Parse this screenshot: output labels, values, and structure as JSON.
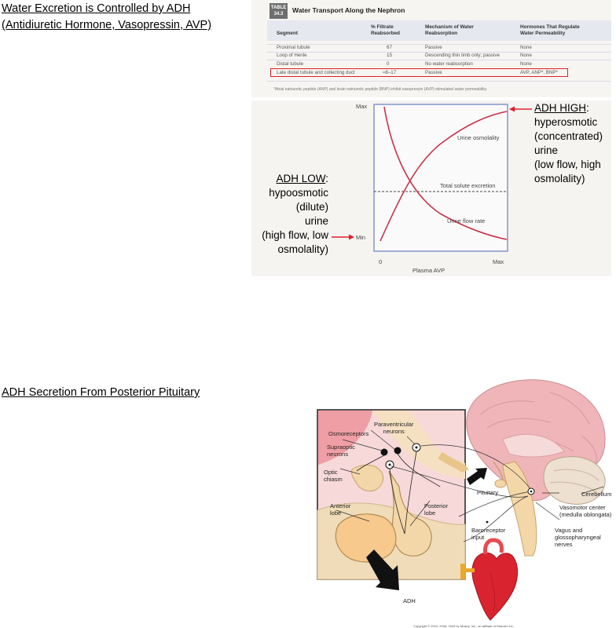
{
  "section1": {
    "heading_line1": "Water Excretion is Controlled by ADH",
    "heading_line2": "(Antidiuretic Hormone, Vasopressin, AVP)"
  },
  "table": {
    "tag_line1": "TABLE",
    "tag_line2": "34.3",
    "title": "Water Transport Along the Nephron",
    "headers": {
      "segment": "Segment",
      "filtrate_1": "% Filtrate",
      "filtrate_2": "Reabsorbed",
      "mechanism_1": "Mechanism of Water",
      "mechanism_2": "Reabsorption",
      "hormones_1": "Hormones That Regulate",
      "hormones_2": "Water Permeability"
    },
    "rows": [
      {
        "segment": "Proximal tubule",
        "filtrate": "67",
        "mechanism": "Passive",
        "hormones": "None"
      },
      {
        "segment": "Loop of Henle",
        "filtrate": "15",
        "mechanism": "Descending thin limb only; passive",
        "hormones": "None"
      },
      {
        "segment": "Distal tubule",
        "filtrate": "0",
        "mechanism": "No water reabsorption",
        "hormones": "None"
      },
      {
        "segment": "Late distal tubule and collecting duct",
        "filtrate": "≈8–17",
        "mechanism": "Passive",
        "hormones": "AVP, ANP*, BNP*"
      }
    ],
    "footnote": "*Atrial natriuretic peptide (ANP) and brain natriuretic peptide (BNP) inhibit vasopressin (AVP)-stimulated water permeability.",
    "highlight_color": "#e0202a"
  },
  "graph": {
    "y_max_label": "Max",
    "y_min_label": "Min",
    "x_min_label": "0",
    "x_max_label": "Max",
    "x_axis_label": "Plasma AVP",
    "curve_urine_osmolality": "Urine osmolality",
    "curve_total_solute": "Total solute excretion",
    "curve_urine_flow": "Urine flow rate",
    "curve_color": "#c8324a",
    "frame_color": "#7b8fc8"
  },
  "annotations": {
    "adh_high_title": "ADH HIGH",
    "adh_high_colon": ":",
    "adh_high_line2": "hyperosmotic",
    "adh_high_line3": "(concentrated)",
    "adh_high_line4": "urine",
    "adh_high_line5": "(low flow, high",
    "adh_high_line6": "osmolality)",
    "adh_low_title": "ADH LOW",
    "adh_low_colon": ":",
    "adh_low_line2": "hypoosmotic",
    "adh_low_line3": "(dilute)",
    "adh_low_line4": "urine",
    "adh_low_line5": "(high flow, low",
    "adh_low_line6": "osmolality)",
    "arrow_color": "#e0202a"
  },
  "section2": {
    "heading": "ADH Secretion From Posterior Pituitary"
  },
  "diagram": {
    "osmoreceptors": "Osmoreceptors",
    "paraventricular_1": "Paraventricular",
    "paraventricular_2": "neurons",
    "supraoptic_1": "Supraoptic",
    "supraoptic_2": "neurons",
    "optic_1": "Optic",
    "optic_2": "chiasm",
    "anterior_1": "Anterior",
    "anterior_2": "lobe",
    "posterior_1": "Posterior",
    "posterior_2": "lobe",
    "pituitary": "Pituitary",
    "cerebellum": "Cerebellum",
    "vasomotor_1": "Vasomotor center",
    "vasomotor_2": "(medulla oblongata)",
    "baroreceptor_1": "Baroreceptor",
    "baroreceptor_2": "input",
    "vagus_1": "Vagus and",
    "vagus_2": "glossopharyngeal",
    "vagus_3": "nerves",
    "adh": "ADH",
    "copyright": "Copyright © 2010, 2006, 2004 by Mosby, Inc., an affiliate of Elsevier Inc."
  }
}
